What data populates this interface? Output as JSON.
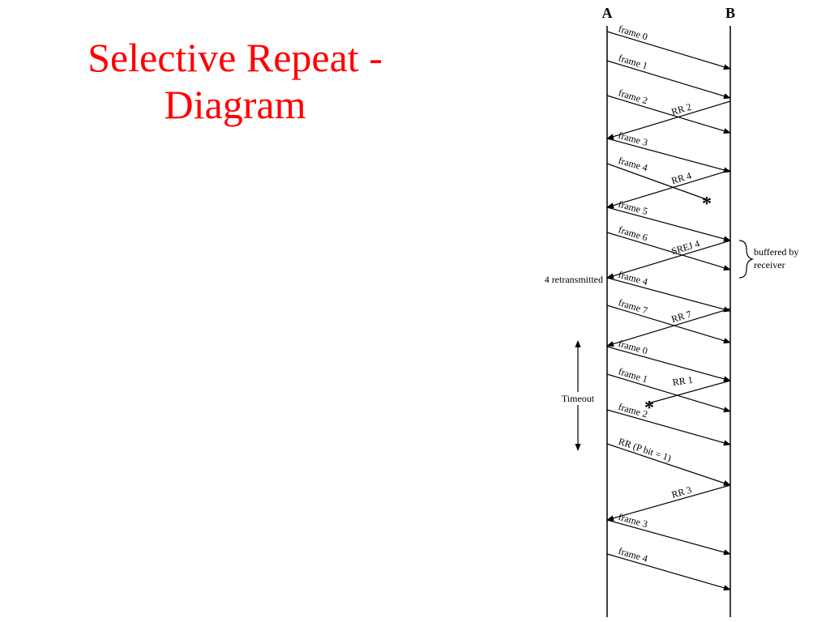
{
  "slide": {
    "title_line1": "Selective Repeat -",
    "title_line2": "Diagram"
  },
  "diagram": {
    "stations": {
      "a": "A",
      "b": "B"
    },
    "messages": [
      {
        "dir": "AtoB",
        "label": "frame 0"
      },
      {
        "dir": "AtoB",
        "label": "frame 1"
      },
      {
        "dir": "AtoB",
        "label": "frame 2"
      },
      {
        "dir": "BtoA",
        "label": "RR 2"
      },
      {
        "dir": "AtoB",
        "label": "frame 3"
      },
      {
        "dir": "AtoB",
        "label": "frame 4",
        "lost": true
      },
      {
        "dir": "BtoA",
        "label": "RR 4"
      },
      {
        "dir": "AtoB",
        "label": "frame 5"
      },
      {
        "dir": "AtoB",
        "label": "frame 6"
      },
      {
        "dir": "BtoA",
        "label": "SREJ 4"
      },
      {
        "dir": "AtoB",
        "label": "frame 4"
      },
      {
        "dir": "AtoB",
        "label": "frame 7"
      },
      {
        "dir": "BtoA",
        "label": "RR 7"
      },
      {
        "dir": "AtoB",
        "label": "frame 0"
      },
      {
        "dir": "AtoB",
        "label": "frame 1"
      },
      {
        "dir": "BtoA",
        "label": "RR 1",
        "lost": true
      },
      {
        "dir": "AtoB",
        "label": "frame 2"
      },
      {
        "dir": "AtoB",
        "label": "RR (P bit = 1)"
      },
      {
        "dir": "BtoA",
        "label": "RR 3"
      },
      {
        "dir": "AtoB",
        "label": "frame 3"
      },
      {
        "dir": "AtoB",
        "label": "frame 4"
      }
    ],
    "annotations": {
      "buffered_line1": "buffered by",
      "buffered_line2": "receiver",
      "retransmitted": "4 retransmitted",
      "timeout": "Timeout",
      "loss_marker": "*"
    }
  }
}
